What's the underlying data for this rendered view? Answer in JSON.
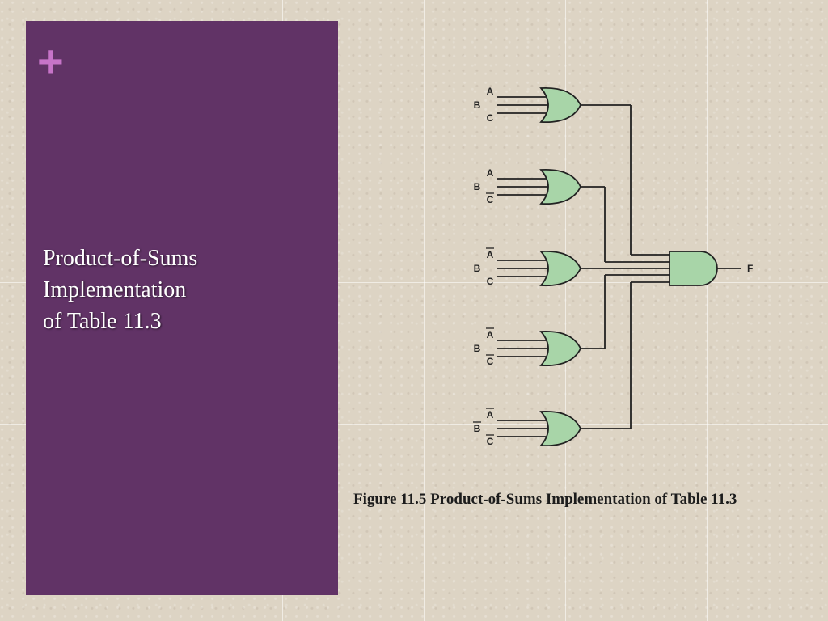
{
  "slide": {
    "plus_symbol": "+",
    "title_lines": [
      "Product-of-Sums",
      "Implementation",
      "of Table 11.3"
    ]
  },
  "figure": {
    "caption": "Figure 11.5  Product-of-Sums Implementation of Table 11.3",
    "or_gates": [
      {
        "inputs": [
          {
            "label": "A",
            "inverted": false
          },
          {
            "label": "B",
            "inverted": false
          },
          {
            "label": "C",
            "inverted": false
          }
        ]
      },
      {
        "inputs": [
          {
            "label": "A",
            "inverted": false
          },
          {
            "label": "B",
            "inverted": false
          },
          {
            "label": "C",
            "inverted": true
          }
        ]
      },
      {
        "inputs": [
          {
            "label": "A",
            "inverted": true
          },
          {
            "label": "B",
            "inverted": false
          },
          {
            "label": "C",
            "inverted": false
          }
        ]
      },
      {
        "inputs": [
          {
            "label": "A",
            "inverted": true
          },
          {
            "label": "B",
            "inverted": false
          },
          {
            "label": "C",
            "inverted": true
          }
        ]
      },
      {
        "inputs": [
          {
            "label": "A",
            "inverted": true
          },
          {
            "label": "B",
            "inverted": true
          },
          {
            "label": "C",
            "inverted": true
          }
        ]
      }
    ],
    "output_label": "F",
    "gate_fill": "#a8d5a8",
    "wire_color": "#222222"
  }
}
